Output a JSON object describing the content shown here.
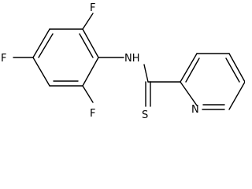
{
  "molecule": {
    "atoms": {
      "f_top": "F",
      "f_left": "F",
      "f_bottom": "F",
      "nh": "NH",
      "s": "S",
      "n_ring": "N"
    }
  },
  "colors": {
    "bond": "#000000",
    "label": "#000000",
    "background": "#ffffff"
  }
}
